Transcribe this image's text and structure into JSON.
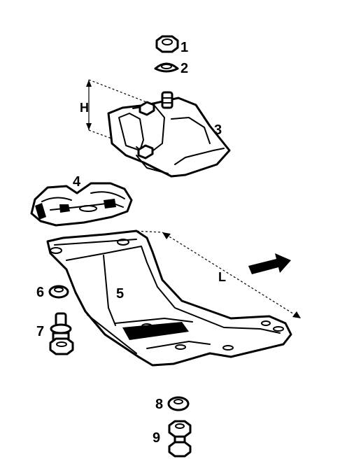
{
  "callouts": {
    "part_1": "1",
    "part_2": "2",
    "part_3": "3",
    "part_4": "4",
    "part_5": "5",
    "part_6": "6",
    "part_7": "7",
    "part_8": "8",
    "part_9": "9"
  },
  "dimensions": {
    "height": "H",
    "length": "L"
  },
  "icons": {
    "direction_arrow": "arrow-icon"
  }
}
